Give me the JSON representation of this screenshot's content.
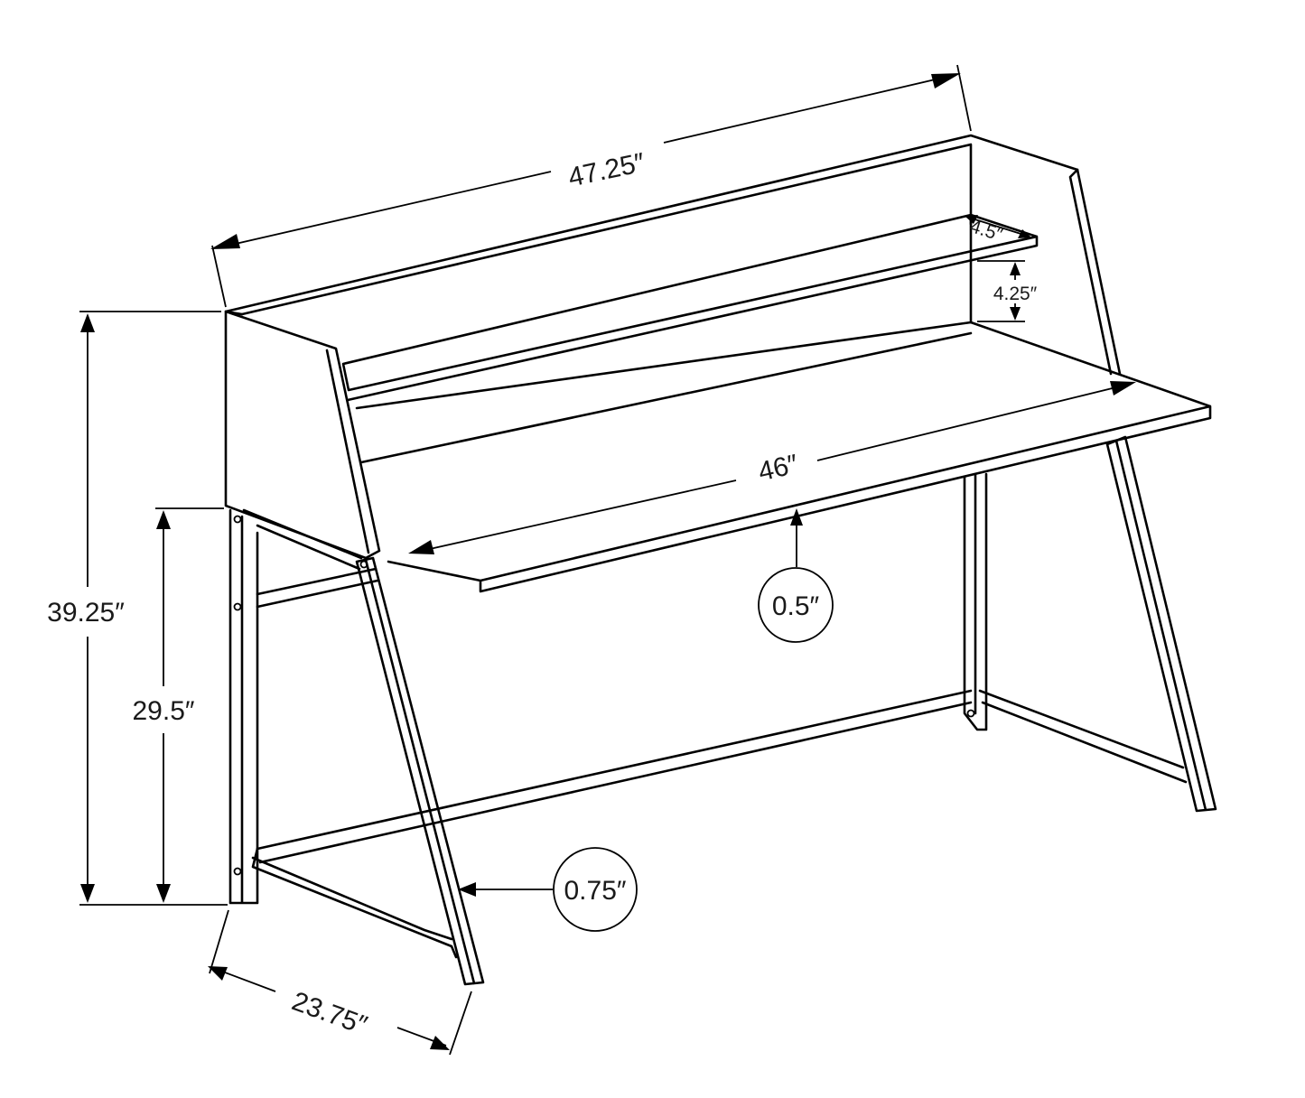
{
  "dimensions": {
    "overall_width": "47.25″",
    "shelf_depth": "4.5″",
    "shelf_clearance": "4.25″",
    "desktop_width": "46″",
    "desktop_thickness": "0.5″",
    "overall_height": "39.25″",
    "desk_height": "29.5″",
    "leg_thickness": "0.75″",
    "overall_depth": "23.75″"
  },
  "colors": {
    "line": "#000000",
    "background": "#ffffff"
  }
}
